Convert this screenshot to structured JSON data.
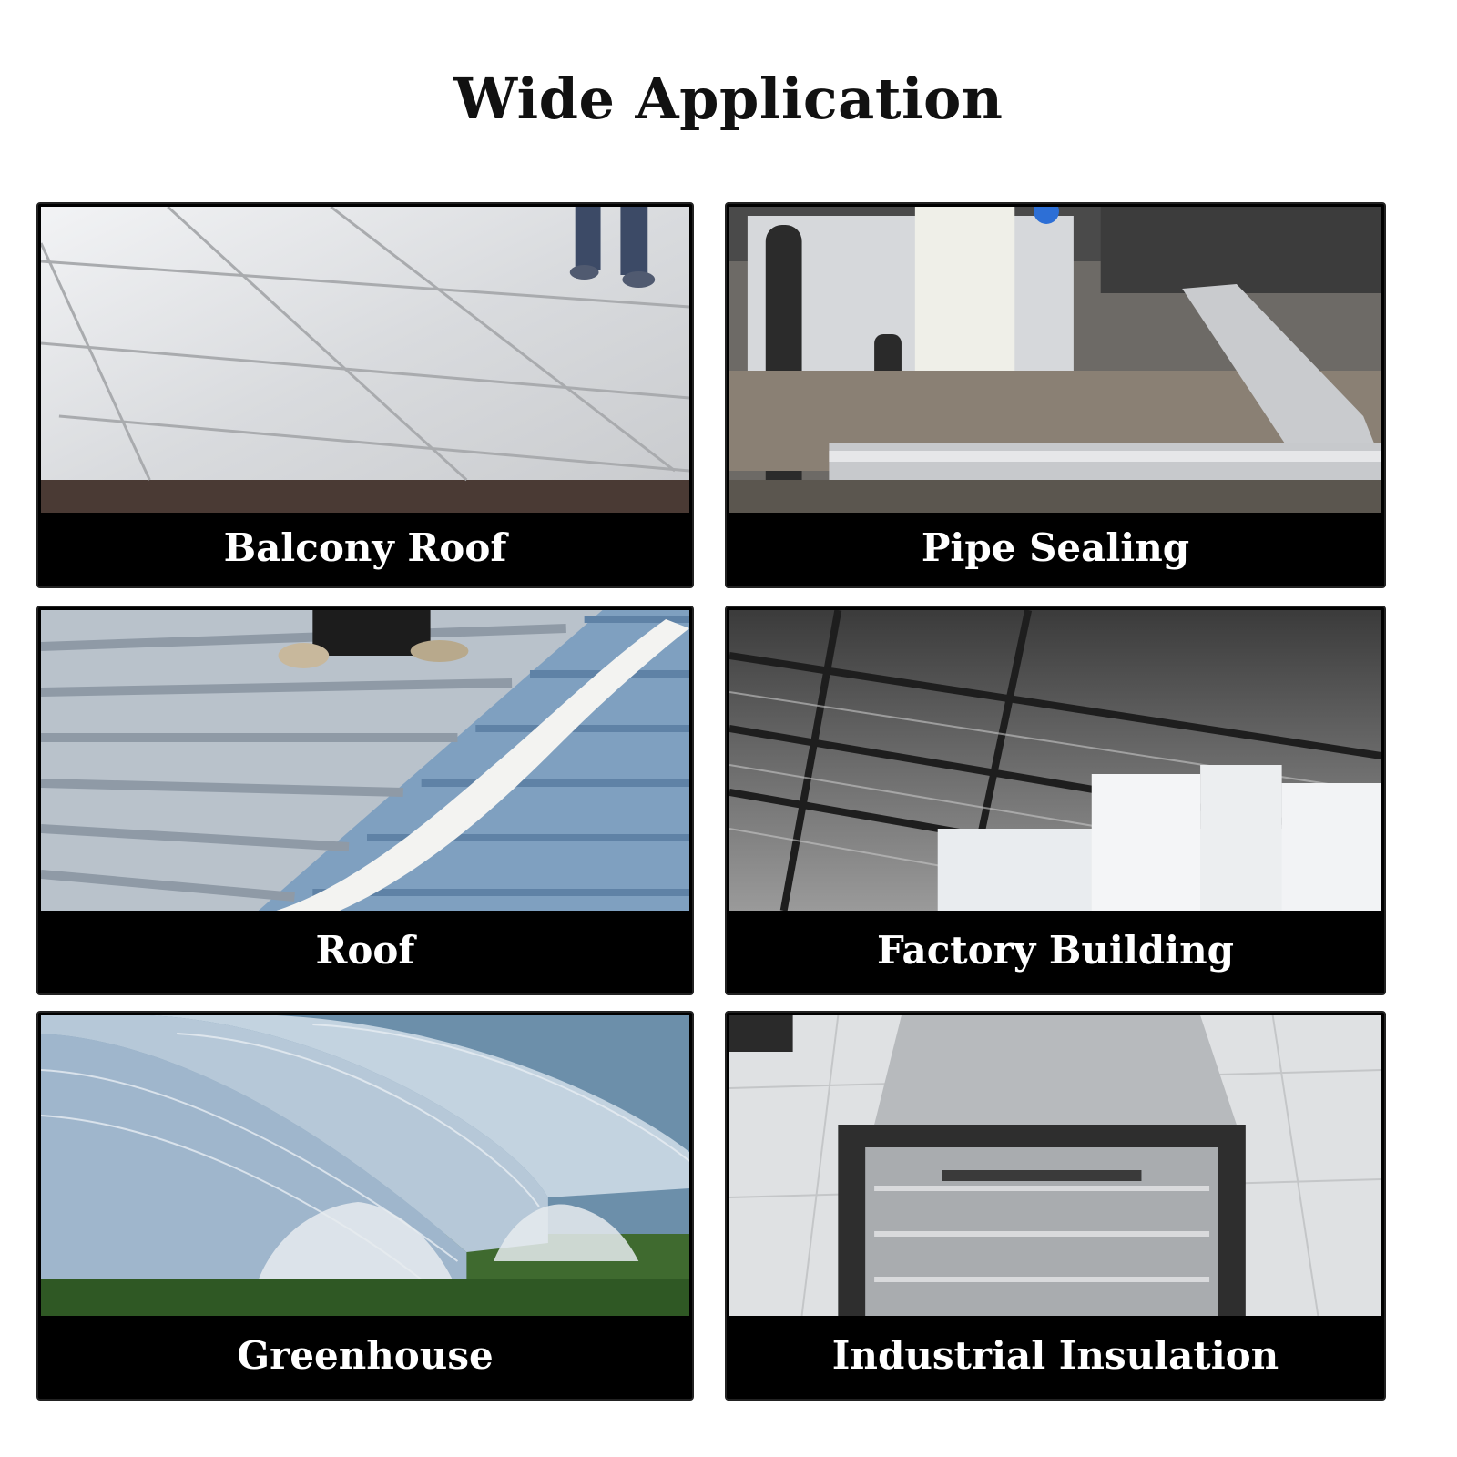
{
  "title": "Wide Application",
  "cards": [
    {
      "label": "Balcony Roof",
      "image": "balcony-roof-photo"
    },
    {
      "label": "Pipe Sealing",
      "image": "pipe-sealing-photo"
    },
    {
      "label": "Roof",
      "image": "roof-photo"
    },
    {
      "label": "Factory Building",
      "image": "factory-building-photo"
    },
    {
      "label": "Greenhouse",
      "image": "greenhouse-photo"
    },
    {
      "label": "Industrial Insulation",
      "image": "industrial-insulation-photo"
    }
  ],
  "colors": {
    "caption_bg": "#000000",
    "caption_text": "#ffffff",
    "title": "#111111"
  }
}
